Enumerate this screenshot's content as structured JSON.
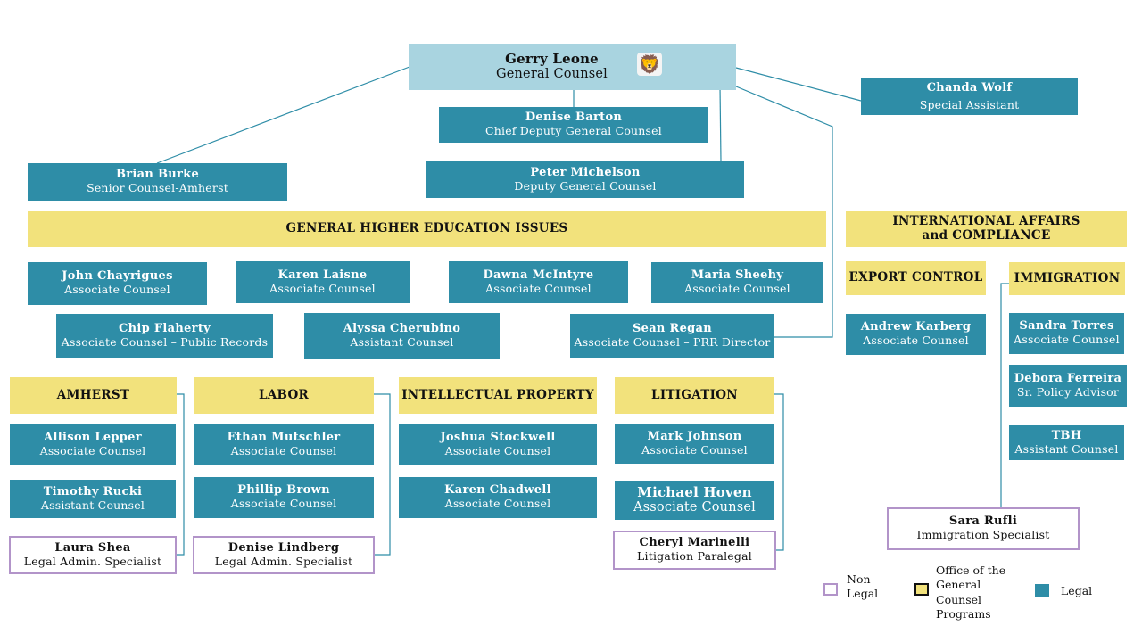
{
  "head": {
    "name": "Gerry Leone",
    "title": "General Counsel",
    "icon": "lion-icon"
  },
  "special_assistant": {
    "name": "Chanda Wolf",
    "title": "Special Assistant"
  },
  "chief_deputy": {
    "name": "Denise Barton",
    "title": "Chief Deputy General Counsel"
  },
  "senior_counsel": {
    "name": "Brian Burke",
    "title": "Senior Counsel-Amherst"
  },
  "deputy": {
    "name": "Peter Michelson",
    "title": "Deputy General Counsel"
  },
  "programs": {
    "general": "GENERAL HIGHER EDUCATION ISSUES",
    "international_line1": "INTERNATIONAL AFFAIRS",
    "international_line2": "and COMPLIANCE",
    "export": "EXPORT CONTROL",
    "immigration": "IMMIGRATION",
    "amherst": "AMHERST",
    "labor": "LABOR",
    "ip": "INTELLECTUAL PROPERTY",
    "litigation": "LITIGATION"
  },
  "general_staff": [
    {
      "name": "John Chayrigues",
      "title": "Associate Counsel"
    },
    {
      "name": "Karen Laisne",
      "title": "Associate Counsel"
    },
    {
      "name": "Dawna McIntyre",
      "title": "Associate Counsel"
    },
    {
      "name": "Maria Sheehy",
      "title": "Associate Counsel"
    },
    {
      "name": "Chip Flaherty",
      "title": "Associate Counsel – Public Records"
    },
    {
      "name": "Alyssa Cherubino",
      "title": "Assistant Counsel"
    },
    {
      "name": "Sean Regan",
      "title": "Associate Counsel – PRR Director"
    }
  ],
  "export_staff": [
    {
      "name": "Andrew Karberg",
      "title": "Associate Counsel"
    }
  ],
  "immigration_staff": [
    {
      "name": "Sandra Torres",
      "title": "Associate Counsel"
    },
    {
      "name": "Debora Ferreira",
      "title": "Sr. Policy Advisor"
    },
    {
      "name": "TBH",
      "title": "Assistant Counsel"
    },
    {
      "name": "Sara Rufli",
      "title": "Immigration Specialist"
    }
  ],
  "amherst_staff": [
    {
      "name": "Allison Lepper",
      "title": "Associate Counsel"
    },
    {
      "name": "Timothy Rucki",
      "title": "Assistant Counsel"
    },
    {
      "name": "Laura Shea",
      "title": "Legal Admin. Specialist"
    }
  ],
  "labor_staff": [
    {
      "name": "Ethan Mutschler",
      "title": "Associate Counsel"
    },
    {
      "name": "Phillip Brown",
      "title": "Associate Counsel"
    },
    {
      "name": "Denise Lindberg",
      "title": "Legal Admin. Specialist"
    }
  ],
  "ip_staff": [
    {
      "name": "Joshua Stockwell",
      "title": "Associate Counsel"
    },
    {
      "name": "Karen Chadwell",
      "title": "Associate Counsel"
    }
  ],
  "litigation_staff": [
    {
      "name": "Mark Johnson",
      "title": "Associate Counsel"
    },
    {
      "name": "Michael Hoven",
      "title": "Associate Counsel"
    },
    {
      "name": "Cheryl Marinelli",
      "title": "Litigation Paralegal"
    }
  ],
  "legend": {
    "nonlegal_1": "Non-",
    "nonlegal_2": "Legal",
    "office_1": "Office of the",
    "office_2": "General",
    "office_3": "Counsel",
    "office_4": "Programs",
    "legal": "Legal",
    "colors": {
      "legal": "#2e8da7",
      "program": "#f2e27c",
      "nonlegal_border": "#b294c9",
      "head": "#a9d4e0"
    }
  }
}
